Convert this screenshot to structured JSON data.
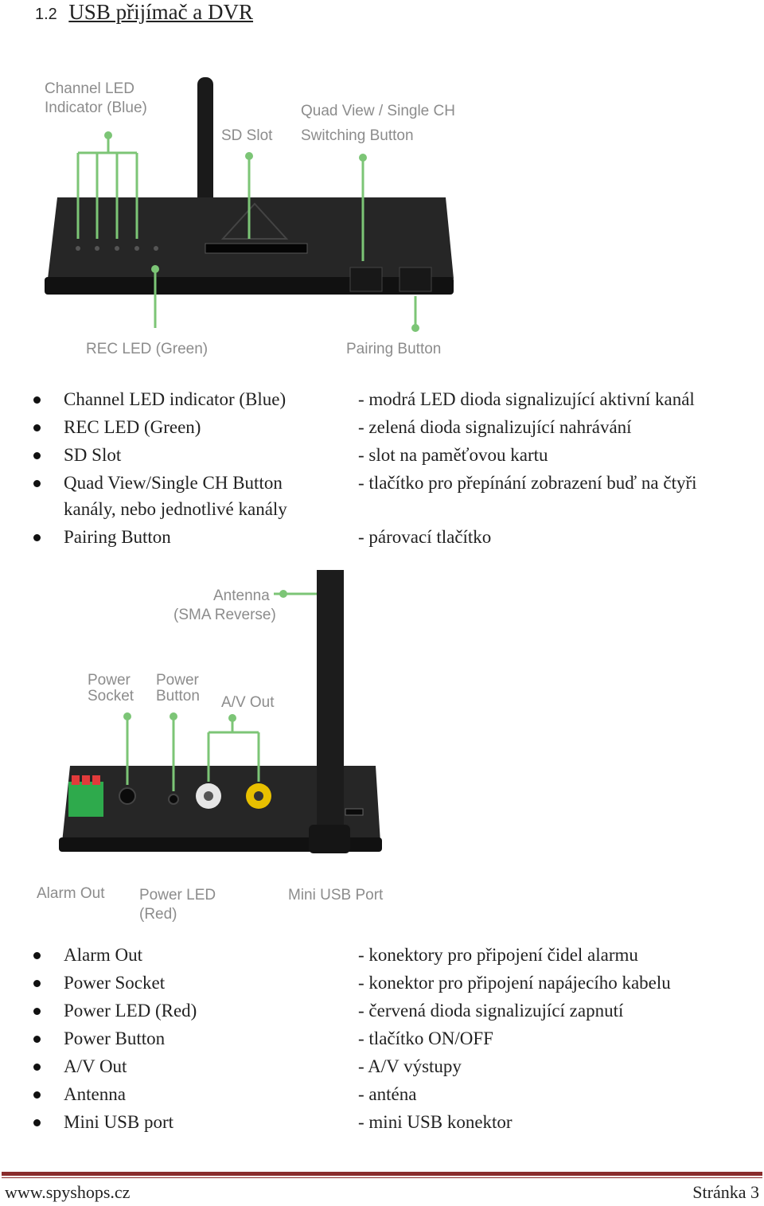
{
  "section": {
    "number": "1.2",
    "title": "USB přijímač a DVR"
  },
  "figure1": {
    "labels": {
      "channel_led_1": "Channel LED",
      "channel_led_2": "Indicator (Blue)",
      "sd_slot": "SD Slot",
      "quad_view_1": "Quad View / Single CH",
      "quad_view_2": "Switching Button",
      "rec_led": "REC LED (Green)",
      "pairing": "Pairing Button"
    }
  },
  "list1": [
    {
      "name": "Channel LED indicator (Blue)",
      "desc": "- modrá LED dioda signalizující aktivní kanál"
    },
    {
      "name": "REC LED (Green)",
      "desc": "- zelená dioda signalizující nahrávání"
    },
    {
      "name": "SD Slot",
      "desc": "- slot na paměťovou kartu"
    },
    {
      "name": "Quad View/Single CH Button",
      "desc": "- tlačítko pro přepínání zobrazení buď na čtyři",
      "cont": "kanály, nebo jednotlivé kanály"
    },
    {
      "name": "Pairing Button",
      "desc": "- párovací tlačítko"
    }
  ],
  "figure2": {
    "labels": {
      "antenna_1": "Antenna",
      "antenna_2": "(SMA Reverse)",
      "power_socket_1": "Power",
      "power_socket_2": "Socket",
      "power_button_1": "Power",
      "power_button_2": "Button",
      "av_out": "A/V Out",
      "alarm_out": "Alarm Out",
      "power_led_1": "Power LED",
      "power_led_2": "(Red)",
      "mini_usb": "Mini USB Port"
    }
  },
  "list2": [
    {
      "name": "Alarm Out",
      "desc": "- konektory pro připojení čidel alarmu"
    },
    {
      "name": "Power Socket",
      "desc": "- konektor pro připojení napájecího kabelu"
    },
    {
      "name": "Power LED (Red)",
      "desc": "- červená dioda signalizující zapnutí"
    },
    {
      "name": "Power Button",
      "desc": "- tlačítko ON/OFF"
    },
    {
      "name": "A/V Out",
      "desc": "- A/V výstupy"
    },
    {
      "name": "Antenna",
      "desc": "- anténa"
    },
    {
      "name": "Mini USB port",
      "desc": "- mini USB konektor"
    }
  ],
  "footer": {
    "website": "www.spyshops.cz",
    "page": "Stránka 3"
  },
  "colors": {
    "callout_green": "#7cc576",
    "device_dark": "#1f1f1f",
    "footer_rule": "#8a2c2c"
  }
}
